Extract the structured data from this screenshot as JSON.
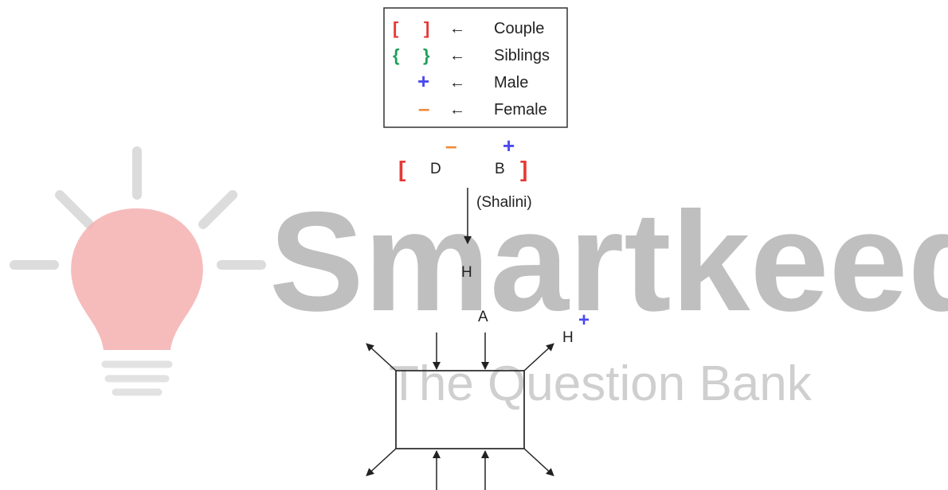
{
  "legend": {
    "items": [
      {
        "symbol_open": "[",
        "symbol_close": "]",
        "arrow": "←",
        "label": "Couple",
        "color": "#e53935"
      },
      {
        "symbol_open": "{",
        "symbol_close": "}",
        "arrow": "←",
        "label": "Siblings",
        "color": "#1fa05a"
      },
      {
        "symbol": "+",
        "arrow": "←",
        "label": "Male",
        "color": "#4a4af0"
      },
      {
        "symbol": "–",
        "arrow": "←",
        "label": "Female",
        "color": "#f0883a"
      }
    ]
  },
  "couple": {
    "bracket_open": "[",
    "bracket_close": "]",
    "left_member": "D",
    "left_gender": "–",
    "right_member": "B",
    "right_gender": "+",
    "note": "(Shalini)"
  },
  "child": {
    "name": "H"
  },
  "table": {
    "top_label": "A",
    "right_label": "H",
    "right_gender": "+"
  },
  "watermark": {
    "brand": "Smartkeeda",
    "tagline": "The Question Bank"
  },
  "colors": {
    "couple_red": "#e53935",
    "siblings_green": "#1fa05a",
    "male_blue": "#4a4af0",
    "female_orange": "#f0883a",
    "line": "#222222"
  }
}
